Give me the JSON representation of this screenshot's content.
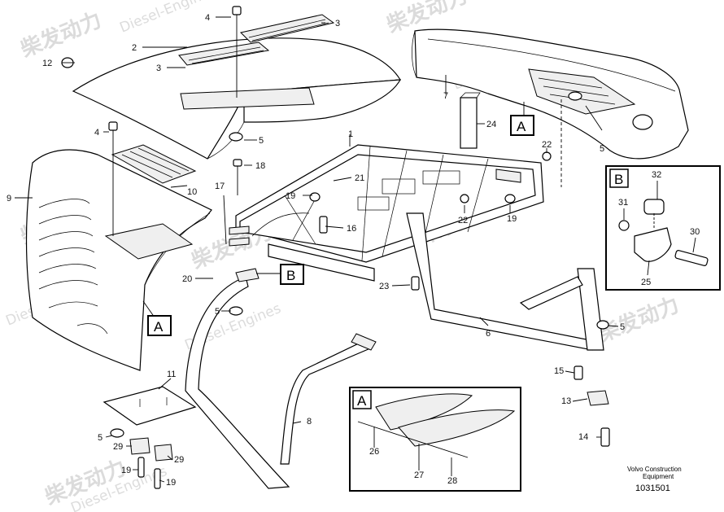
{
  "watermark": {
    "brand_cn": "柴发动力",
    "brand_en": "Diesel-Engines"
  },
  "callouts": {
    "c1": "1",
    "c2": "2",
    "c3a": "3",
    "c3b": "3",
    "c4a": "4",
    "c4b": "4",
    "c5a": "5",
    "c5b": "5",
    "c5c": "5",
    "c5d": "5",
    "c5e": "5",
    "c6": "6",
    "c7": "7",
    "c8": "8",
    "c9": "9",
    "c10": "10",
    "c11": "11",
    "c12": "12",
    "c13": "13",
    "c14": "14",
    "c15": "15",
    "c16": "16",
    "c17": "17",
    "c18": "18",
    "c19a": "19",
    "c19b": "19",
    "c19c": "19",
    "c19d": "19",
    "c20": "20",
    "c21": "21",
    "c22a": "22",
    "c22b": "22",
    "c23": "23",
    "c24": "24",
    "c25": "25",
    "c26": "26",
    "c27": "27",
    "c28": "28",
    "c29a": "29",
    "c29b": "29",
    "c30": "30",
    "c31": "31",
    "c32": "32"
  },
  "reference_labels": {
    "ref_a_left": "A",
    "ref_a_right": "A",
    "ref_b_main": "B",
    "detail_b_title": "B",
    "detail_a_title": "A"
  },
  "footer": {
    "brand_line1": "Volvo Construction",
    "brand_line2": "Equipment",
    "drawing_number": "1031501"
  }
}
